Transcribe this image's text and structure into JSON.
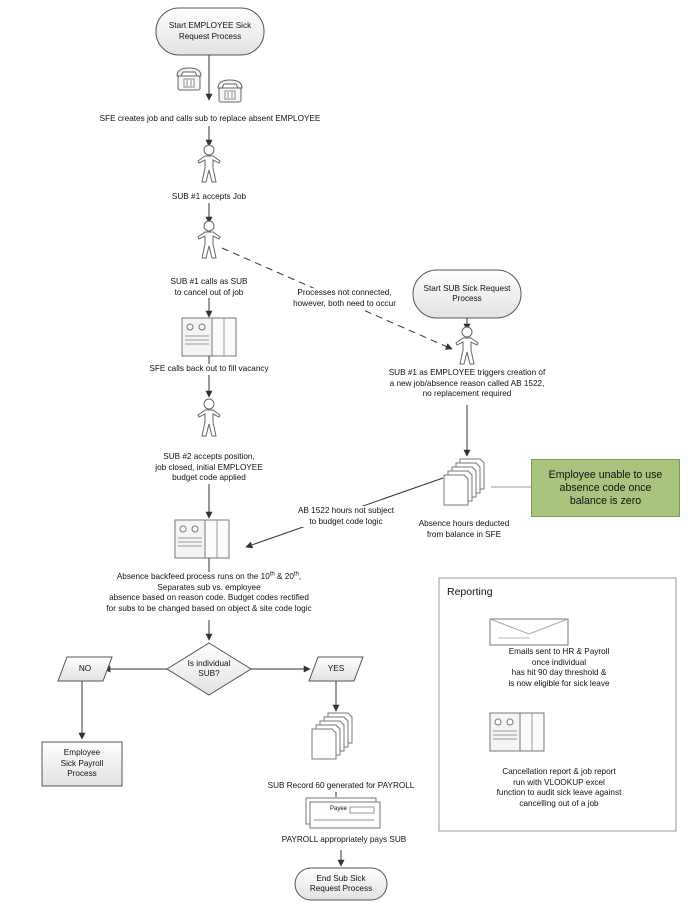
{
  "nodes": {
    "start_employee": "Start EMPLOYEE Sick\nRequest Process",
    "start_sub": "Start SUB Sick Request\nProcess",
    "end_sub": "End Sub Sick\nRequest Process",
    "employee_payroll": "Employee\nSick Payroll\nProcess",
    "decision": "Is individual\nSUB?",
    "no": "NO",
    "yes": "YES"
  },
  "labels": {
    "sfe_creates": "SFE creates job and calls sub to replace absent EMPLOYEE",
    "sub1_accepts": "SUB #1 accepts Job",
    "sub1_calls": "SUB #1 calls as SUB\nto cancel out of job",
    "not_connected": "Processes not connected,\nhowever, both need to occur",
    "sfe_calls_back": "SFE calls back out to fill vacancy",
    "sub2_accepts": "SUB #2 accepts position,\njob closed, initial EMPLOYEE\nbudget code applied",
    "sub1_employee": "SUB #1 as EMPLOYEE triggers creation of\na new job/absence reason called AB 1522,\nno replacement required",
    "ab1522": "AB 1522 hours not subject\nto budget code logic",
    "absence_deducted": "Absence hours deducted\nfrom balance in SFE",
    "backfeed_line1": "Absence backfeed process runs on the 10",
    "backfeed_sup1": "th",
    "backfeed_mid": " & 20",
    "backfeed_sup2": "th",
    "backfeed_end": ",",
    "backfeed_rest": "Separates sub vs. employee\nabsence based on reason code. Budget codes rectified\nfor subs to be changed based on object & site code logic",
    "record60": "SUB Record 60 generated for PAYROLL",
    "payroll_pays": "PAYROLL appropriately pays SUB",
    "callout": "Employee unable to use\nabsence code once\nbalance is zero",
    "check_payee": "Payee"
  },
  "reporting": {
    "title": "Reporting",
    "emails": "Emails sent to HR & Payroll\nonce individual\nhas hit 90 day threshold &\nis now eligible for sick leave",
    "cancellation": "Cancellation report & job report\nrun with VLOOKUP excel\nfunction to audit sick leave against\ncancelling out of a job"
  },
  "icons": [
    "telephone-icon",
    "person-icon",
    "server-icon",
    "document-stack-icon",
    "check-icon",
    "email-icon"
  ],
  "colors": {
    "callout_fill": "#a8c47e",
    "node_fill": "#eeeeee",
    "stroke": "#555555"
  }
}
